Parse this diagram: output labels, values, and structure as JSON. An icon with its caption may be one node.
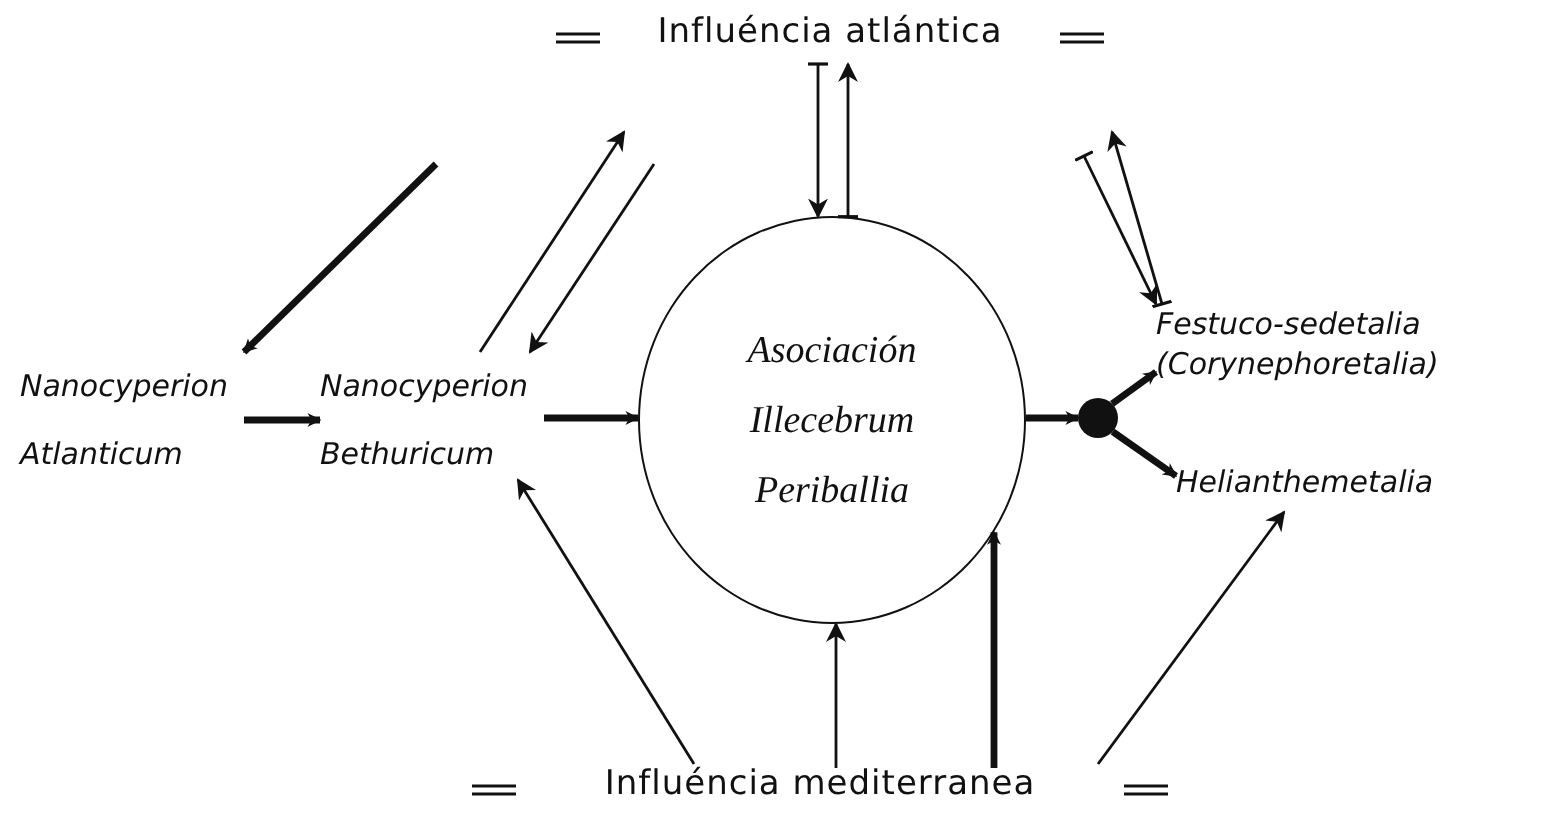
{
  "diagram": {
    "nodes": [
      {
        "text": [
          "Influéncia atlántica"
        ]
      },
      {
        "text": [
          "Nanocyperion Atlanticum"
        ]
      },
      {
        "text": [
          "Nanocyperion Bethuricum"
        ]
      },
      {
        "text": [
          "Asociación Illecebrum Periballia"
        ]
      },
      {
        "text": [],
        "shape": "circle"
      },
      {
        "text": [
          "Festuco-sedetalia (Corynephoretalia)"
        ]
      },
      {
        "text": [
          "Helianthemetalia"
        ]
      },
      {
        "text": [
          "Influéncia mediterranea"
        ]
      }
    ],
    "edges": [
      {
        "from": null,
        "to": 1,
        "arrow": "to",
        "style": "thick"
      },
      {
        "from": 2,
        "to": null,
        "arrow": "to"
      },
      {
        "from": null,
        "to": 2,
        "arrow": "to"
      },
      {
        "from": 0,
        "to": 3,
        "arrow": "to"
      },
      {
        "from": 3,
        "to": 0,
        "arrow": "to"
      },
      {
        "from": 5,
        "to": null,
        "arrow": "to"
      },
      {
        "from": null,
        "to": 5,
        "arrow": "to"
      },
      {
        "from": 1,
        "to": 2,
        "arrow": "to",
        "style": "thick"
      },
      {
        "from": 2,
        "to": 3,
        "arrow": "to",
        "style": "thick"
      },
      {
        "from": 3,
        "to": 4,
        "arrow": "to",
        "style": "thick"
      },
      {
        "from": 4,
        "to": 5,
        "arrow": "to",
        "style": "thick"
      },
      {
        "from": 4,
        "to": 6,
        "arrow": "to",
        "style": "thick"
      },
      {
        "from": 7,
        "to": 2,
        "arrow": "to"
      },
      {
        "from": 7,
        "to": 3,
        "arrow": "to"
      },
      {
        "from": 7,
        "to": 3,
        "arrow": "to",
        "style": "thick"
      },
      {
        "from": 7,
        "to": 6,
        "arrow": "to"
      }
    ]
  }
}
